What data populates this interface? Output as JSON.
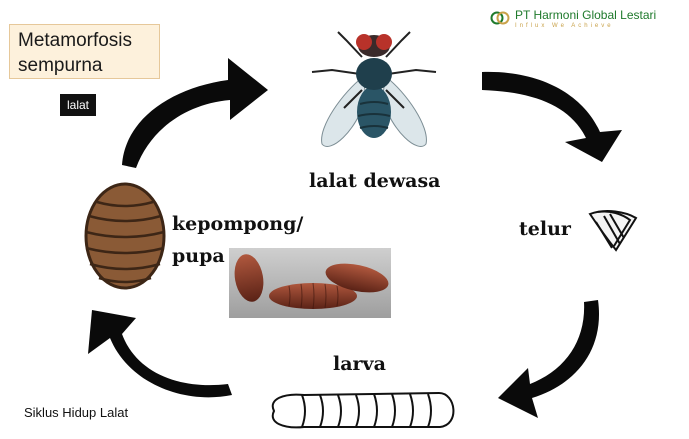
{
  "title": {
    "line1": "Metamorfosis",
    "line2": "sempurna"
  },
  "tag": "lalat",
  "brand": {
    "name": "PT Harmoni Global Lestari",
    "tagline": "Influx We Achieve"
  },
  "stages": {
    "adult": "lalat dewasa",
    "egg": "telur",
    "larva": "larva",
    "pupa_line1": "kepompong/",
    "pupa_line2": "pupa"
  },
  "caption": "Siklus Hidup Lalat",
  "colors": {
    "arrow": "#0a0a0a",
    "title_bg": "#fdf1dc",
    "brand_green": "#1f7a2c",
    "pupa": "#8a5a36",
    "fly_body": "#2a5566"
  },
  "icons": [
    "fly-icon",
    "egg-icon",
    "larva-icon",
    "pupa-icon",
    "pupa-photo",
    "brand-logo-icon"
  ]
}
